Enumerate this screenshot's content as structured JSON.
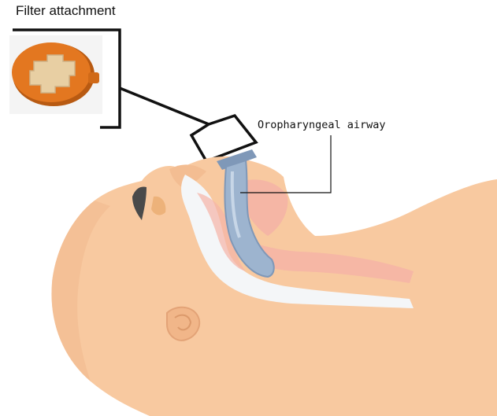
{
  "labels": {
    "filter_attachment": "Filter attachment",
    "oropharyngeal_airway": "Oropharyngeal airway"
  },
  "colors": {
    "skin": "#f8c9a0",
    "skin_dark": "#efb387",
    "skin_shadow": "#e3a377",
    "tissue_pink": "#f5b3a6",
    "throat_white": "#f4f6f8",
    "airway_blue": "#9db4cf",
    "airway_blue_dark": "#7f98b8",
    "filter_orange": "#e37720",
    "filter_orange_dark": "#b85a12",
    "filter_mesh": "#e8cfa3",
    "leader_line": "#111111",
    "eye": "#4a4a4a"
  },
  "icons": {
    "filter_attachment": "filter-disc-icon",
    "airway_device": "oropharyngeal-airway-device"
  }
}
